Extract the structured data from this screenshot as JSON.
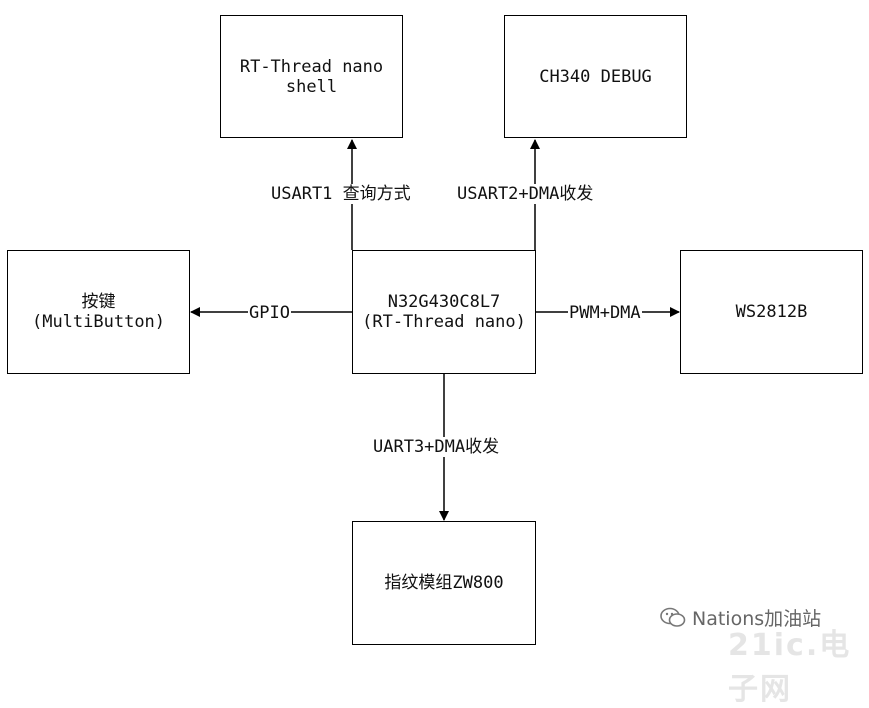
{
  "nodes": {
    "shell": [
      "RT-Thread nano",
      "shell"
    ],
    "debug": [
      "CH340 DEBUG"
    ],
    "mcu": [
      "N32G430C8L7",
      "(RT-Thread nano)"
    ],
    "key": [
      "按键",
      "(MultiButton)"
    ],
    "led": [
      "WS2812B"
    ],
    "finger": [
      "指纹模组ZW800"
    ]
  },
  "edges": {
    "usart1": "USART1 查询方式",
    "usart2": "USART2+DMA收发",
    "gpio": "GPIO",
    "pwm": "PWM+DMA",
    "uart3": "UART3+DMA收发"
  },
  "watermark": {
    "text": "Nations加油站",
    "faint": "21ic.电子网"
  }
}
